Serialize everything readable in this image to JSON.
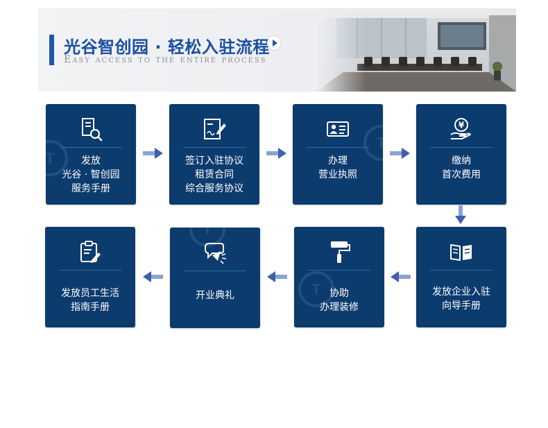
{
  "banner": {
    "title": "光谷智创园 · 轻松入驻流程",
    "subtitle": "Easy access to the entire process"
  },
  "steps": [
    {
      "icon": "handbook-search-icon",
      "lines": [
        "发放",
        "光谷 · 智创园",
        "服务手册"
      ]
    },
    {
      "icon": "sign-contract-icon",
      "lines": [
        "签订入驻协议",
        "租赁合同",
        "综合服务协议"
      ]
    },
    {
      "icon": "id-card-icon",
      "lines": [
        "办理",
        "营业执照"
      ]
    },
    {
      "icon": "yuan-hand-icon",
      "lines": [
        "缴纳",
        "首次费用"
      ]
    },
    {
      "icon": "open-book-icon",
      "lines": [
        "发放企业入驻",
        "向导手册"
      ]
    },
    {
      "icon": "paint-roller-icon",
      "lines": [
        "协助",
        "办理装修"
      ]
    },
    {
      "icon": "party-popper-icon",
      "lines": [
        "开业典礼"
      ]
    },
    {
      "icon": "clipboard-edit-icon",
      "lines": [
        "发放员工生活",
        "指南手册"
      ]
    }
  ],
  "colors": {
    "card": "#0c3b6e",
    "accent": "#1c56a8",
    "arrow": "#3f5fae"
  }
}
